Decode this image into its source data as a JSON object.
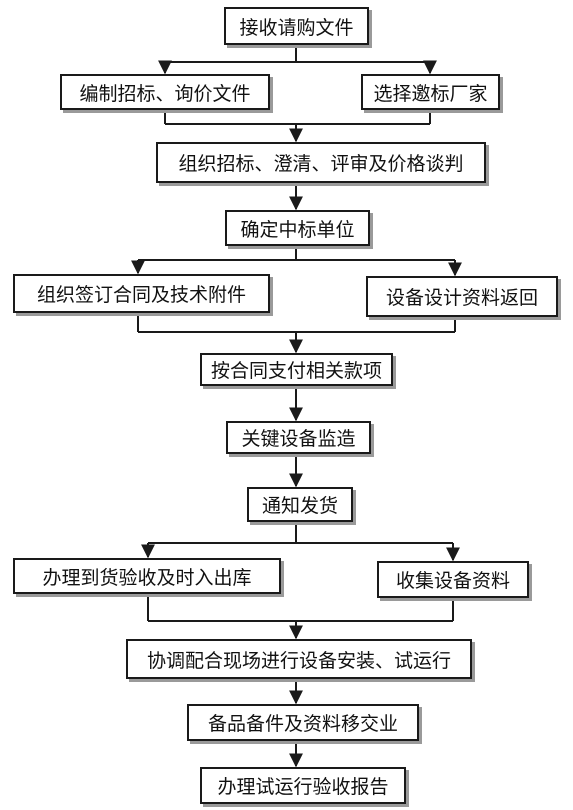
{
  "flowchart": {
    "receive": "接收请购文件",
    "prepare_bidding": "编制招标、询价文件",
    "select_vendor": "选择邀标厂家",
    "organize_bidding": "组织招标、澄清、评审及价格谈判",
    "determine_winner": "确定中标单位",
    "sign_contract": "组织签订合同及技术附件",
    "design_data_return": "设备设计资料返回",
    "pay_contract": "按合同支付相关款项",
    "key_monitoring": "关键设备监造",
    "notify_shipping": "通知发货",
    "arrival_acceptance": "办理到货验收及时入出库",
    "collect_data": "收集设备资料",
    "coordinate_install": "协调配合现场进行设备安装、试运行",
    "spare_parts": "备品备件及资料移交业",
    "trial_report": "办理试运行验收报告"
  }
}
